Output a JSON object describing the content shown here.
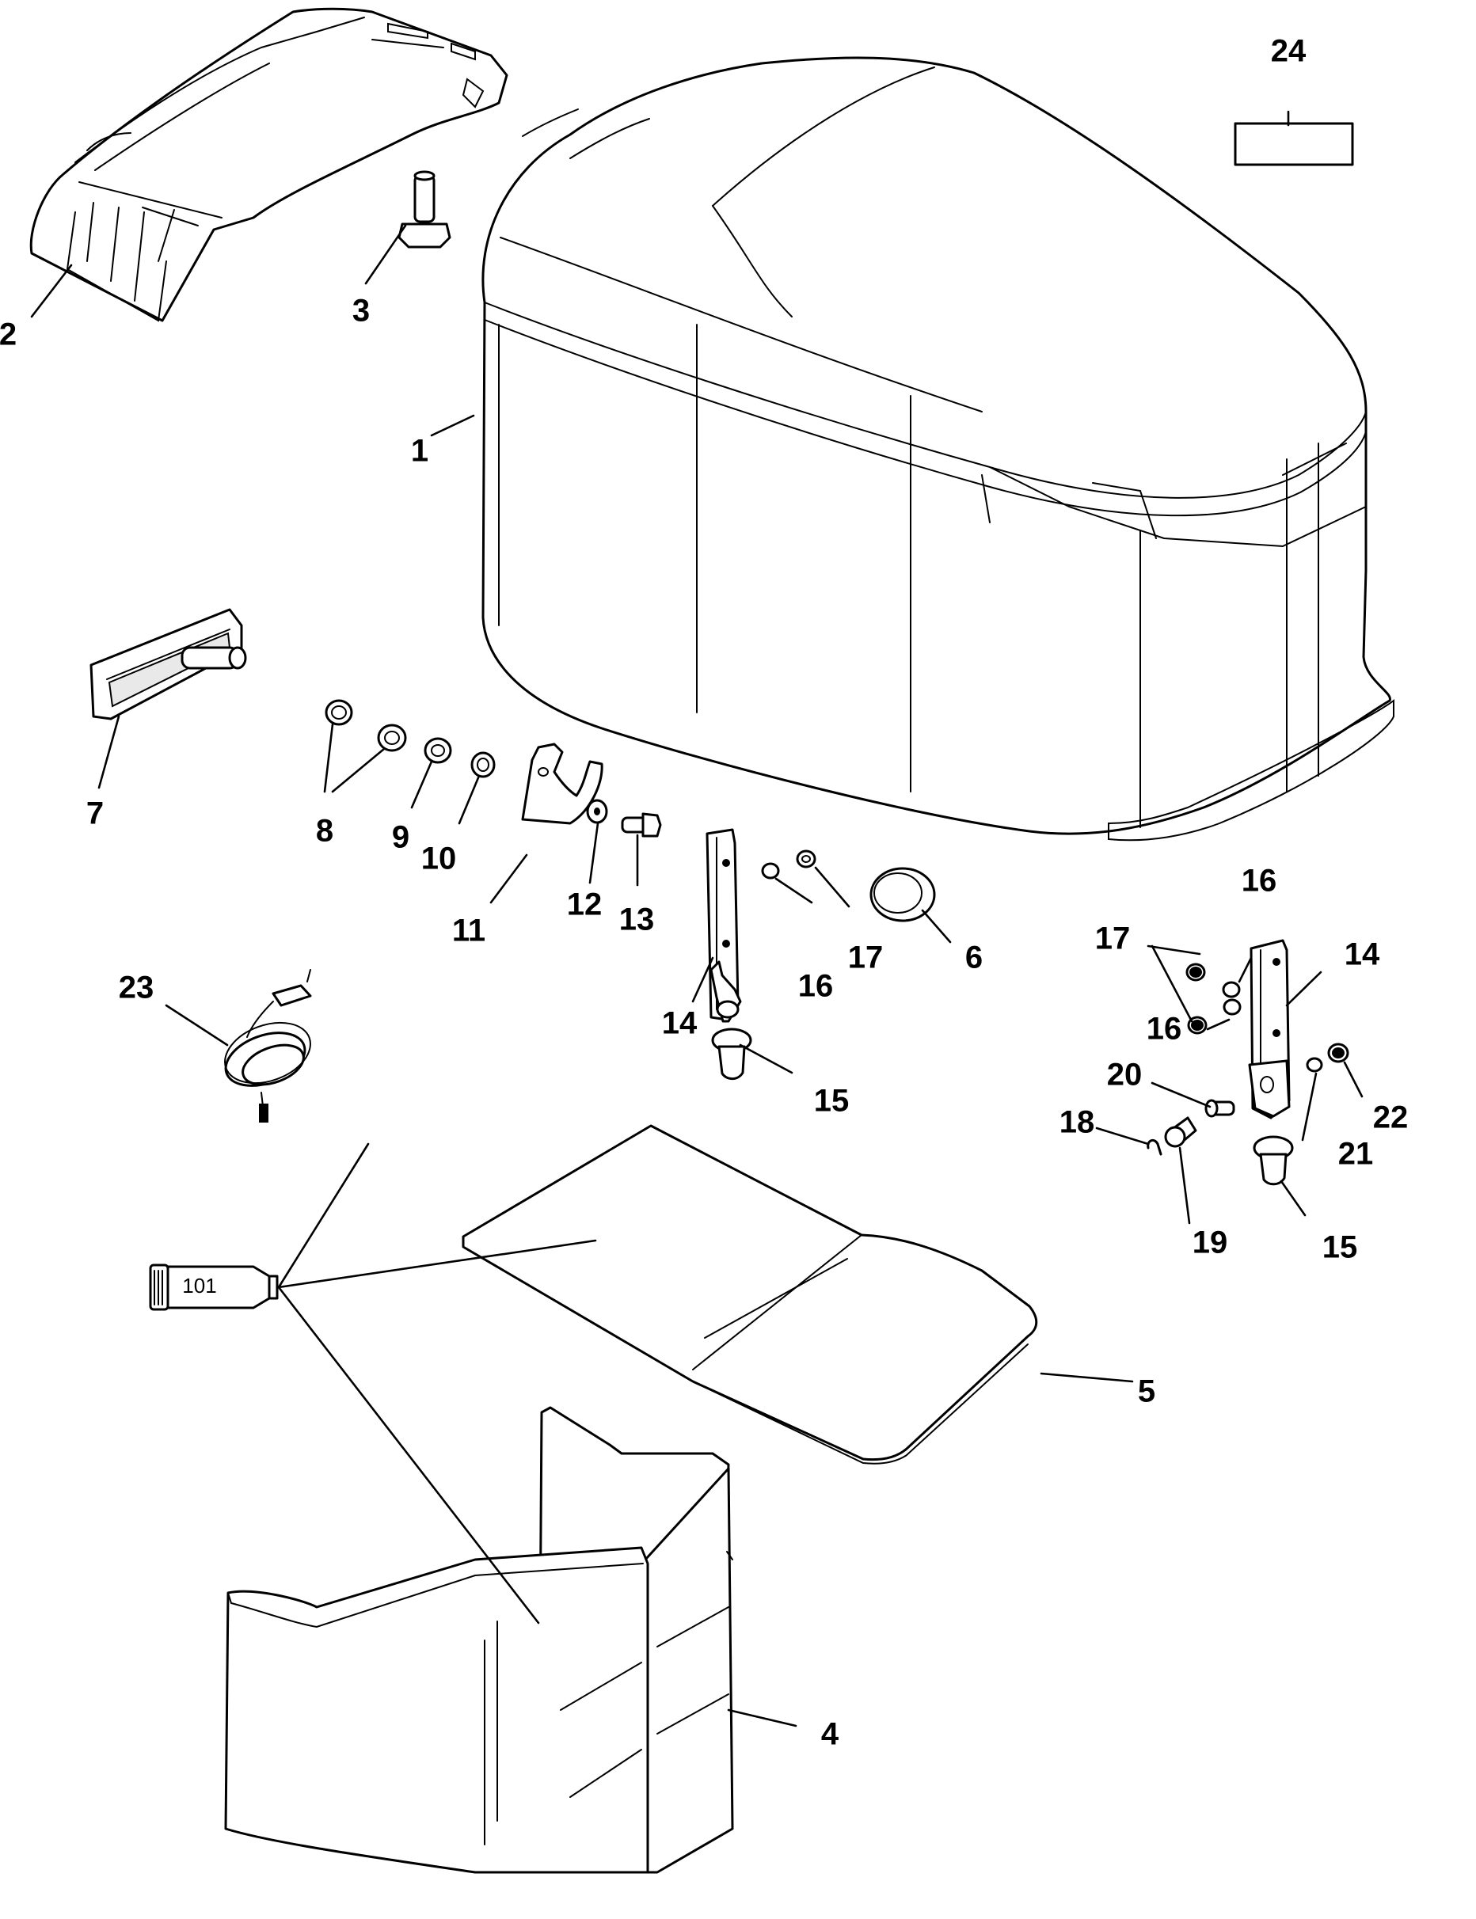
{
  "callouts": {
    "c1": "1",
    "c2": "2",
    "c3": "3",
    "c4": "4",
    "c5": "5",
    "c6": "6",
    "c7": "7",
    "c8": "8",
    "c9": "9",
    "c10": "10",
    "c11": "11",
    "c12": "12",
    "c13": "13",
    "c14a": "14",
    "c14b": "14",
    "c15a": "15",
    "c15b": "15",
    "c16a": "16",
    "c16b": "16",
    "c16c": "16",
    "c17a": "17",
    "c17b": "17",
    "c18": "18",
    "c19": "19",
    "c20": "20",
    "c21": "21",
    "c22": "22",
    "c23": "23",
    "c24": "24"
  },
  "sealant_tube": {
    "label": "101"
  }
}
